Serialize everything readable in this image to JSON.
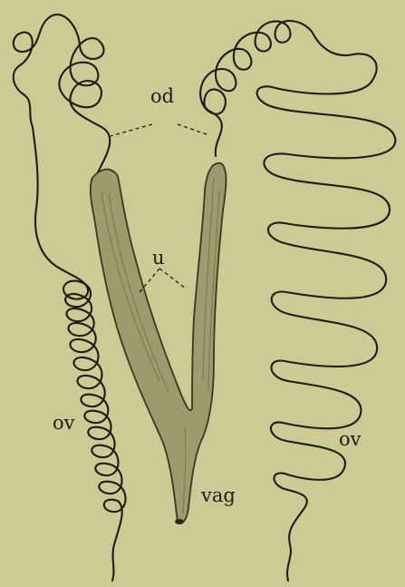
{
  "labels": {
    "od": "od",
    "u": "u",
    "ov_left": "ov",
    "ov_right": "ov",
    "vag": "vag"
  },
  "colors": {
    "background": "#cdcb93",
    "ink": "#1e1c16",
    "organ_fill": "#9d9a6e"
  }
}
